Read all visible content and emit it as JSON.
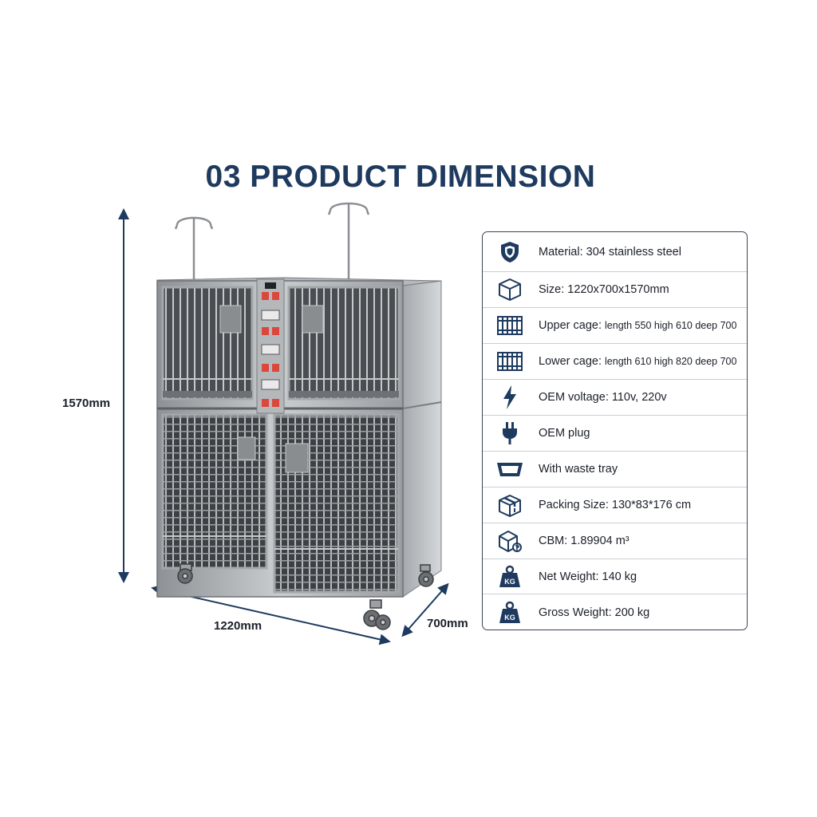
{
  "title": "03 PRODUCT DIMENSION",
  "dimensions": {
    "height": "1570mm",
    "width": "1220mm",
    "depth": "700mm"
  },
  "colors": {
    "title": "#1e3a5f",
    "icon": "#1e3a5f",
    "arrow": "#1e3a5f"
  },
  "specs": [
    {
      "icon": "shield-icon",
      "label": "Material:",
      "value": "304 stainless steel"
    },
    {
      "icon": "box-icon",
      "label": "Size:",
      "value": "1220x700x1570mm"
    },
    {
      "icon": "cage-icon",
      "label": "Upper cage:",
      "value": "length 550 high 610 deep 700"
    },
    {
      "icon": "cage-icon",
      "label": "Lower cage:",
      "value": "length 610 high 820 deep 700"
    },
    {
      "icon": "lightning-icon",
      "label": "OEM voltage:",
      "value": "110v, 220v"
    },
    {
      "icon": "plug-icon",
      "label": "OEM plug",
      "value": ""
    },
    {
      "icon": "tray-icon",
      "label": "With waste tray",
      "value": ""
    },
    {
      "icon": "package-icon",
      "label": "Packing Size:",
      "value": "130*83*176 cm"
    },
    {
      "icon": "cbm-box-icon",
      "label": "CBM:",
      "value": "1.89904 m³"
    },
    {
      "icon": "weight-kg-icon",
      "label": "Net Weight:",
      "value": "140 kg"
    },
    {
      "icon": "weight-kg-icon",
      "label": "Gross Weight:",
      "value": "200 kg"
    }
  ]
}
